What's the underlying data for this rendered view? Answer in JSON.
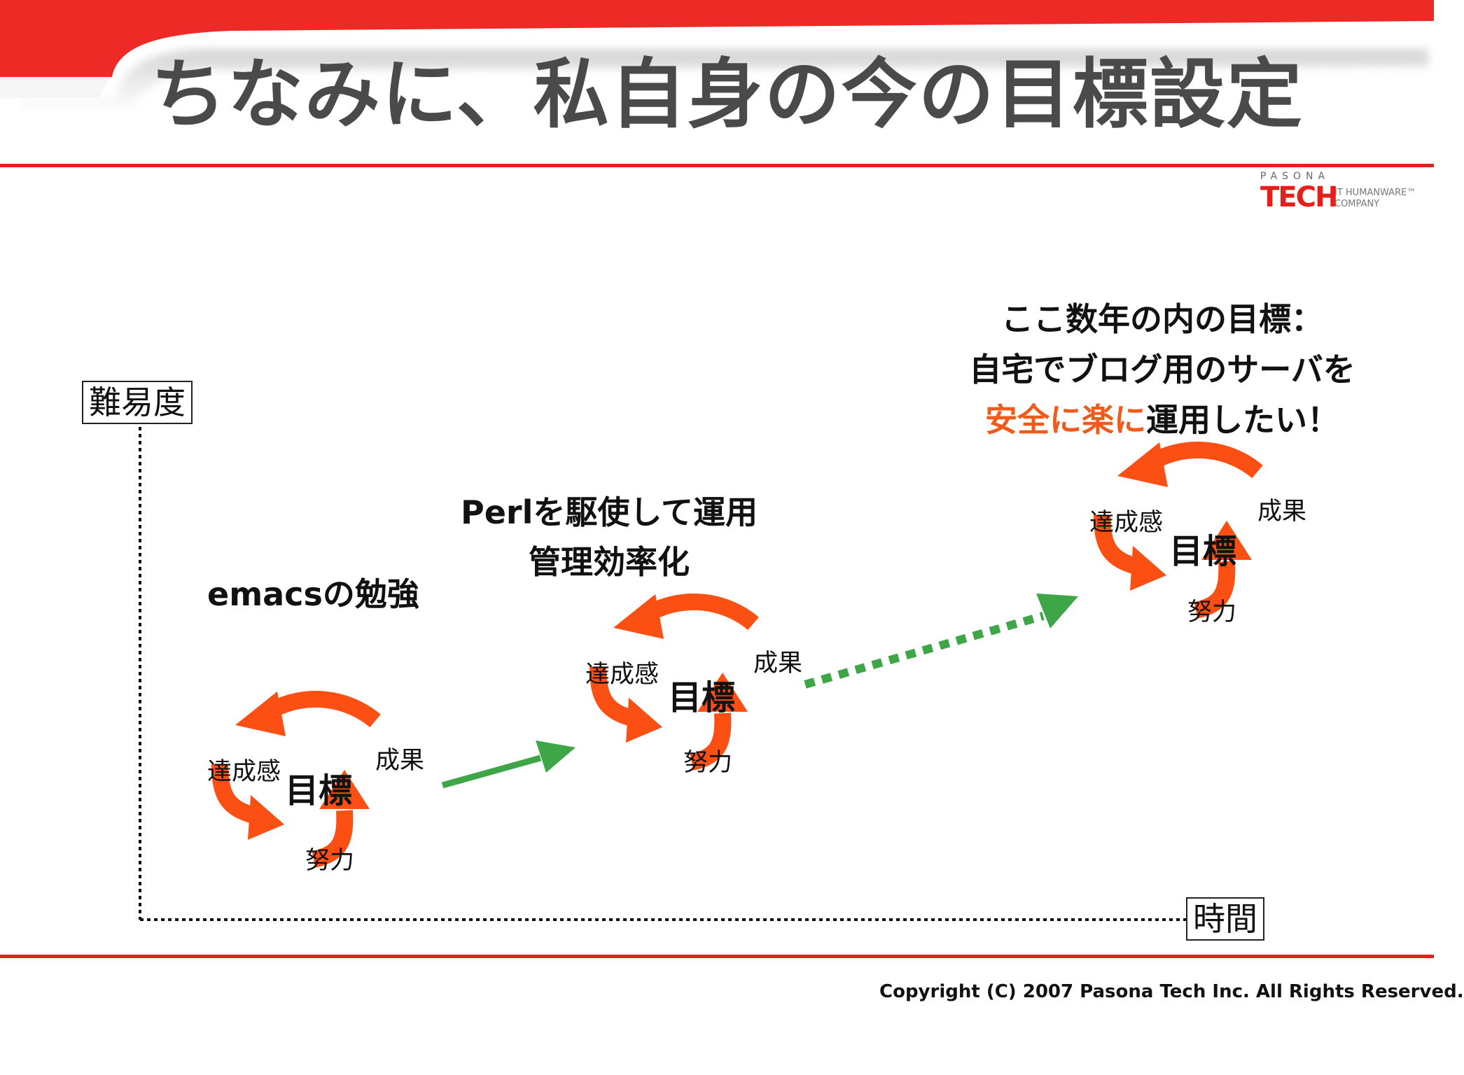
{
  "slide": {
    "title": "ちなみに、私自身の今の目標設定"
  },
  "logo": {
    "top": "PASONA",
    "main": "TECH",
    "sub_line1": "IT HUMANWARE™",
    "sub_line2": "COMPANY"
  },
  "axes": {
    "y_label": "難易度",
    "x_label": "時間"
  },
  "goals": [
    {
      "title_lines": [
        "emacsの勉強"
      ],
      "cycle": {
        "center": "目標",
        "top_left": "達成感",
        "top_right": "成果",
        "bottom": "努力"
      }
    },
    {
      "title_lines": [
        "Perlを駆使して運用",
        "管理効率化"
      ],
      "cycle": {
        "center": "目標",
        "top_left": "達成感",
        "top_right": "成果",
        "bottom": "努力"
      }
    },
    {
      "title_line1": "ここ数年の内の目標：",
      "title_line2": "自宅でブログ用のサーバを",
      "title_line3_highlight": "安全に楽に",
      "title_line3_rest": "運用したい！",
      "cycle": {
        "center": "目標",
        "top_left": "達成感",
        "top_right": "成果",
        "bottom": "努力"
      }
    }
  ],
  "colors": {
    "brand_red": "#e4201d",
    "cycle_arrow": "#fb4f14",
    "progress_arrow": "#3fa648",
    "highlight_text": "#f05a1a"
  },
  "footer": {
    "copyright": "Copyright (C) 2007 Pasona Tech Inc. All Rights Reserved."
  }
}
